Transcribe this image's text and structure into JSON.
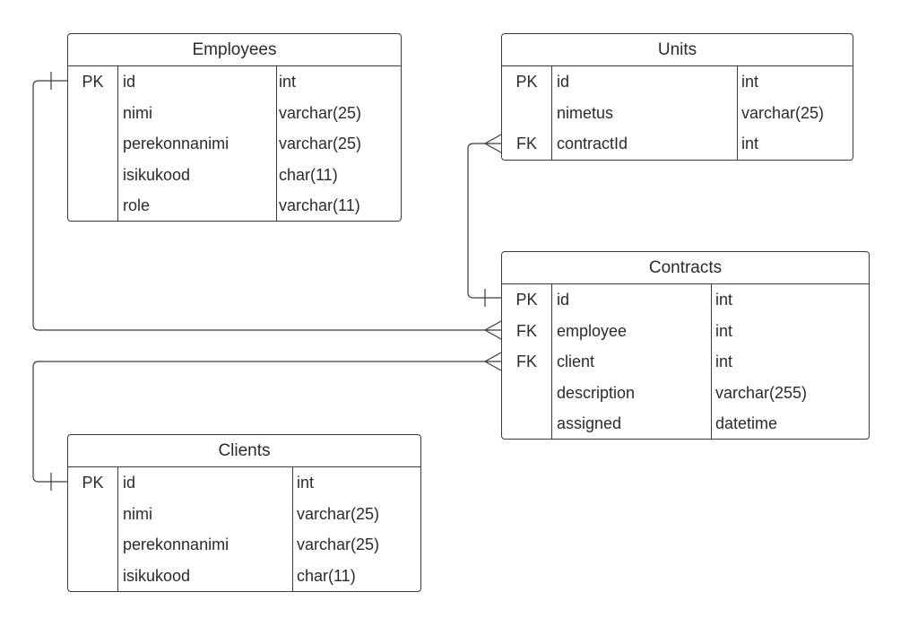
{
  "colors": {
    "line": "#3a3a3a",
    "text": "#2b2b2b",
    "background": "#ffffff"
  },
  "entities": [
    {
      "title": "Employees",
      "rows": [
        {
          "key": "PK",
          "name": "id",
          "type": "int"
        },
        {
          "key": "",
          "name": "nimi",
          "type": "varchar(25)"
        },
        {
          "key": "",
          "name": "perekonnanimi",
          "type": "varchar(25)"
        },
        {
          "key": "",
          "name": "isikukood",
          "type": "char(11)"
        },
        {
          "key": "",
          "name": "role",
          "type": "varchar(11)"
        }
      ]
    },
    {
      "title": "Units",
      "rows": [
        {
          "key": "PK",
          "name": "id",
          "type": "int"
        },
        {
          "key": "",
          "name": "nimetus",
          "type": "varchar(25)"
        },
        {
          "key": "FK",
          "name": "contractId",
          "type": "int"
        }
      ]
    },
    {
      "title": "Contracts",
      "rows": [
        {
          "key": "PK",
          "name": "id",
          "type": "int"
        },
        {
          "key": "FK",
          "name": "employee",
          "type": "int"
        },
        {
          "key": "FK",
          "name": "client",
          "type": "int"
        },
        {
          "key": "",
          "name": "description",
          "type": "varchar(255)"
        },
        {
          "key": "",
          "name": "assigned",
          "type": "datetime"
        }
      ]
    },
    {
      "title": "Clients",
      "rows": [
        {
          "key": "PK",
          "name": "id",
          "type": "int"
        },
        {
          "key": "",
          "name": "nimi",
          "type": "varchar(25)"
        },
        {
          "key": "",
          "name": "perekonnanimi",
          "type": "varchar(25)"
        },
        {
          "key": "",
          "name": "isikukood",
          "type": "char(11)"
        }
      ]
    }
  ],
  "relationships": [
    {
      "from": "Units.contractId",
      "to": "Contracts.id",
      "from_end": "many",
      "to_end": "one"
    },
    {
      "from": "Contracts.employee",
      "to": "Employees.id",
      "from_end": "many",
      "to_end": "one"
    },
    {
      "from": "Contracts.client",
      "to": "Clients.id",
      "from_end": "many",
      "to_end": "one"
    }
  ]
}
